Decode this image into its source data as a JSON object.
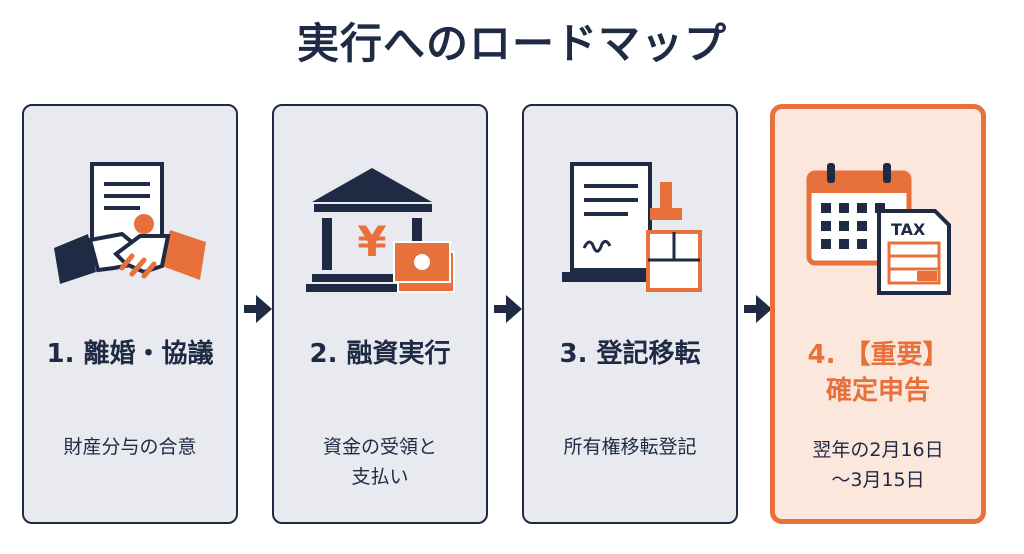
{
  "title": "実行へのロードマップ",
  "steps": [
    {
      "title_line1": "1. 離婚・協議",
      "title_line2": "",
      "desc_line1": "財産分与の合意",
      "desc_line2": ""
    },
    {
      "title_line1": "2. 融資実行",
      "title_line2": "",
      "desc_line1": "資金の受領と",
      "desc_line2": "支払い"
    },
    {
      "title_line1": "3. 登記移転",
      "title_line2": "",
      "desc_line1": "所有権移転登記",
      "desc_line2": ""
    },
    {
      "title_line1": "4. 【重要】",
      "title_line2": "確定申告",
      "desc_line1": "翌年の2月16日",
      "desc_line2": "～3月15日"
    }
  ],
  "icons": {
    "step1": "handshake-contract-icon",
    "step2": "bank-yen-money-icon",
    "step3": "deed-stamp-floorplan-icon",
    "step4": "calendar-tax-form-icon",
    "tax_label": "TAX"
  },
  "colors": {
    "navy": "#1f2a44",
    "orange": "#e8703a",
    "card_bg": "#e8eaef",
    "highlight_bg": "#fbe7dc"
  }
}
